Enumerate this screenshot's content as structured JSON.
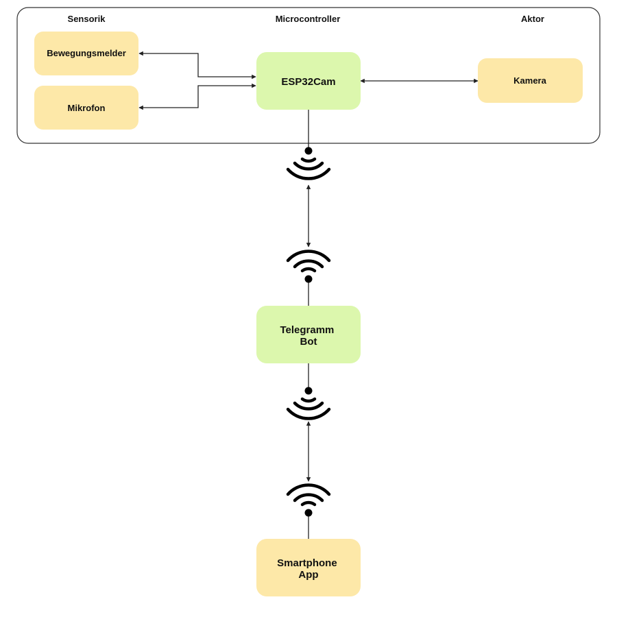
{
  "headers": {
    "sensorik": "Sensorik",
    "microcontroller": "Microcontroller",
    "aktor": "Aktor"
  },
  "nodes": {
    "bewegungsmelder": "Bewegungsmelder",
    "mikrofon": "Mikrofon",
    "esp32cam": "ESP32Cam",
    "kamera": "Kamera",
    "telegramm_bot": [
      "Telegramm",
      "Bot"
    ],
    "smartphone_app": [
      "Smartphone",
      "App"
    ]
  },
  "colors": {
    "sensor_actor_fill": "#fde8a8",
    "controller_fill": "#dcf7ad",
    "line": "#222222",
    "wifi": "#000000",
    "frame": "#333333"
  },
  "icons": {
    "wifi_emit": "wifi-signal-down-icon",
    "wifi_receive": "wifi-signal-up-icon"
  }
}
